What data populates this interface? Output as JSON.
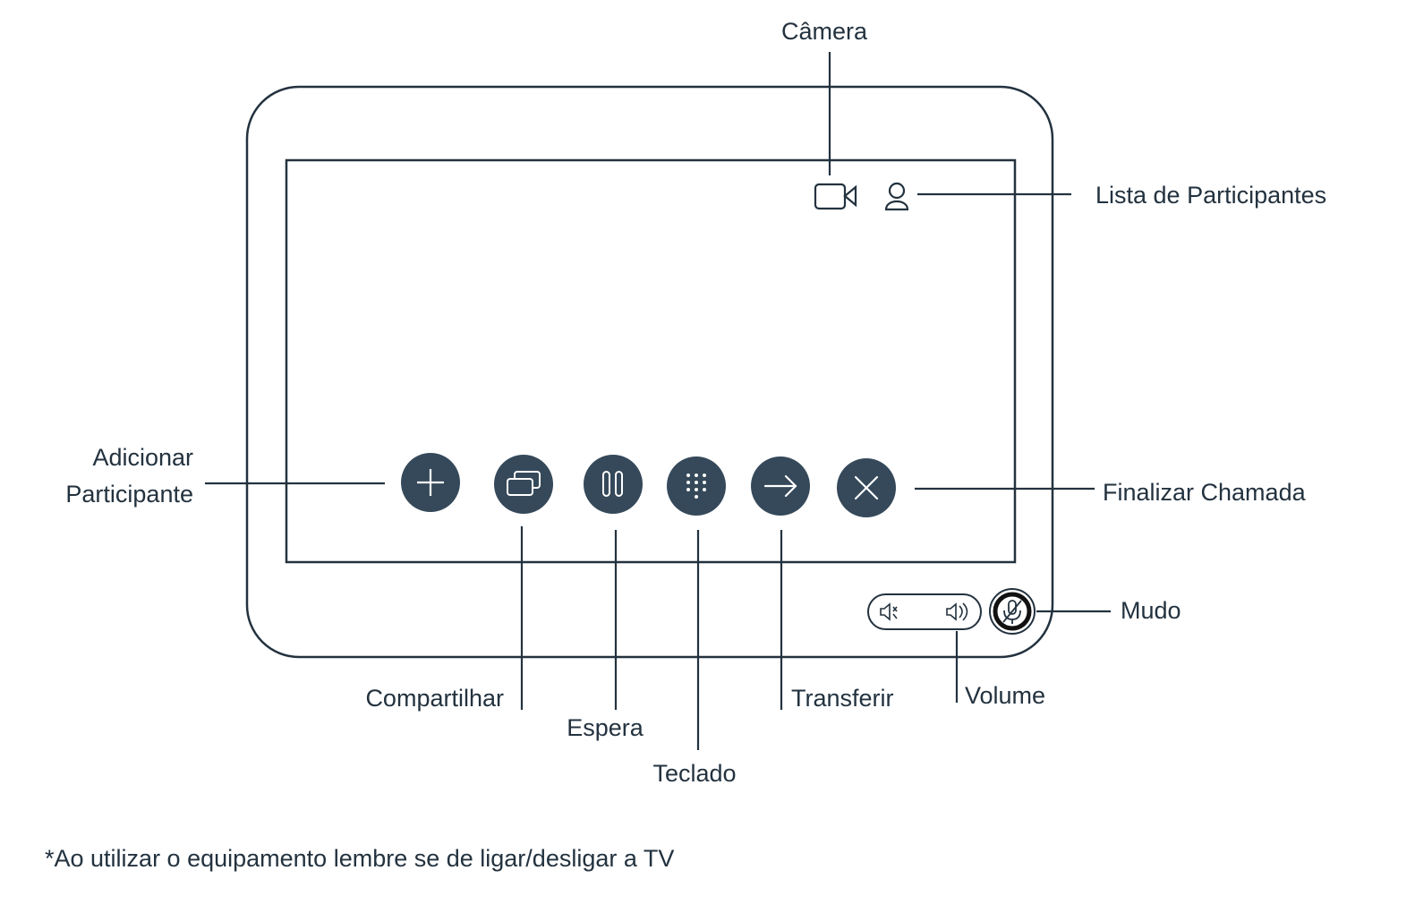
{
  "labels": {
    "camera": "Câmera",
    "participants_list": "Lista de Participantes",
    "add_participant_line1": "Adicionar",
    "add_participant_line2": "Participante",
    "end_call": "Finalizar Chamada",
    "mute": "Mudo",
    "share": "Compartilhar",
    "hold": "Espera",
    "keypad": "Teclado",
    "transfer": "Transferir",
    "volume": "Volume"
  },
  "footnote": "*Ao utilizar o equipamento lembre se de ligar/desligar a TV",
  "icons": [
    "camera-icon",
    "person-icon",
    "plus-icon",
    "share-screen-icon",
    "pause-icon",
    "keypad-icon",
    "arrow-right-icon",
    "close-icon",
    "volume-down-icon",
    "volume-up-icon",
    "mic-off-icon"
  ],
  "colors": {
    "ink": "#23323f",
    "button_fill": "#35495a",
    "background": "#ffffff"
  }
}
